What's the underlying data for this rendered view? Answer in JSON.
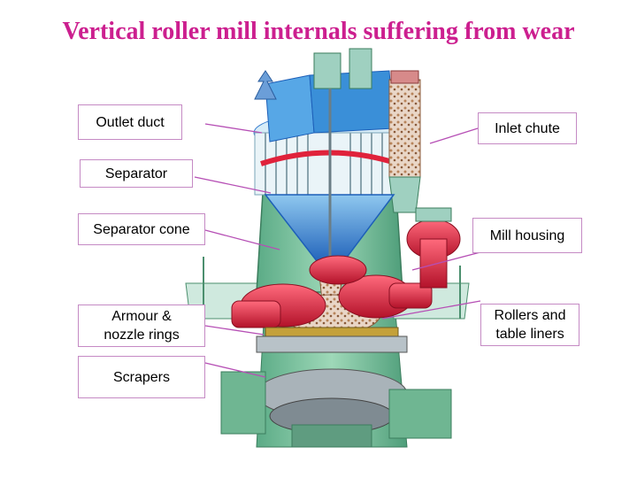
{
  "title": "Vertical roller mill internals suffering from wear",
  "labels": {
    "outlet_duct": "Outlet duct",
    "inlet_chute": "Inlet chute",
    "separator": "Separator",
    "separator_cone": "Separator cone",
    "mill_housing": "Mill housing",
    "armour_nozzle": "Armour &\nnozzle rings",
    "rollers_liners": "Rollers and\ntable liners",
    "scrapers": "Scrapers"
  },
  "colors": {
    "title": "#cc1f8f",
    "leader_line": "#b64fb5",
    "housing_green": "#7fc6a4",
    "cone_blue": "#3a7fd0",
    "roller_red": "#e0223b"
  }
}
